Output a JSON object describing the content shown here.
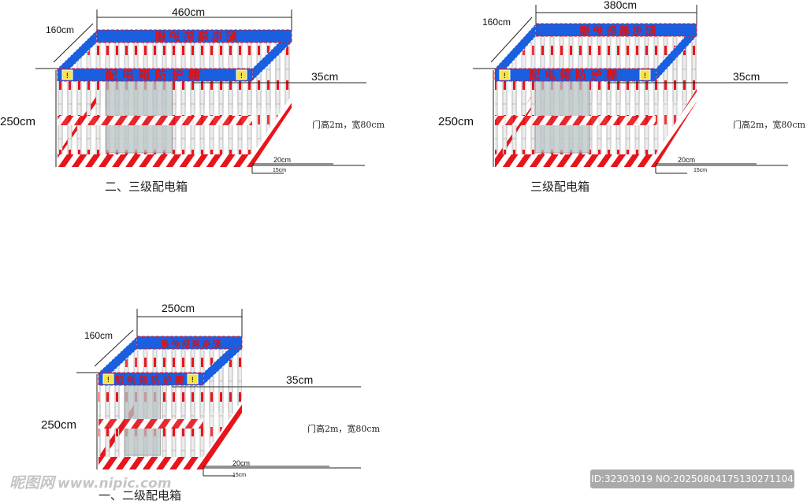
{
  "colors": {
    "red": "#e8141b",
    "blue": "#1a5fe0",
    "post": "#e6e6e6",
    "door": "#b9c3c6"
  },
  "units": [
    {
      "caption": "二、三级配电箱",
      "width_label": "460cm",
      "depth_label": "160cm",
      "height_label": "250cm",
      "band_label": "35cm",
      "base_label": "20cm",
      "gap_label": "15cm",
      "door_note": "门高2m，宽80cm",
      "sign_text": "配电箱防护棚"
    },
    {
      "caption": "三级配电箱",
      "width_label": "380cm",
      "depth_label": "160cm",
      "height_label": "250cm",
      "band_label": "35cm",
      "base_label": "20cm",
      "gap_label": "15cm",
      "door_note": "门高2m，宽80cm",
      "sign_text": "配电箱防护棚"
    },
    {
      "caption": "一、二级配电箱",
      "width_label": "250cm",
      "depth_label": "160cm",
      "height_label": "250cm",
      "band_label": "35cm",
      "base_label": "20cm",
      "gap_label": "15cm",
      "door_note": "门高2m，宽80cm",
      "sign_text": "配电箱防护棚"
    }
  ],
  "watermark": {
    "logo": "昵图网",
    "url": "www.nipic.com"
  },
  "id_bar": "ID:32303019 NO:20250804175130271104"
}
